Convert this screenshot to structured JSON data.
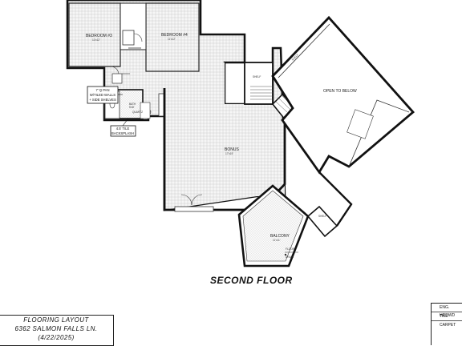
{
  "floor_title": "SECOND FLOOR",
  "title_block": {
    "line1": "FLOORING LAYOUT",
    "line2": "6362 SALMON FALLS LN.",
    "line3": "(4/22/2025)"
  },
  "legend": [
    {
      "label": "ENG. HRDWD",
      "color": "#ffffff"
    },
    {
      "label": "TILE",
      "color": "#ffffff"
    },
    {
      "label": "CARPET",
      "color": "#ffffff"
    }
  ],
  "rooms": {
    "bedroom3": {
      "name": "BEDROOM #3",
      "size": "11'x12'"
    },
    "bedroom4": {
      "name": "BEDROOM #4",
      "size": "11'x12'"
    },
    "bath": {
      "name": "BATH",
      "size": "5'x8'"
    },
    "bonus": {
      "name": "BONUS",
      "size": "17'x19'"
    },
    "open_to_below": {
      "name": "OPEN TO BELOW"
    },
    "balcony": {
      "name": "BALCONY",
      "size": "11'x11'"
    },
    "quartz": {
      "name": "QUARTZ"
    }
  },
  "notes": {
    "fan_note": [
      "7' Q PAN",
      "W/TILED WALLS",
      "+ SIDE SHELVES"
    ],
    "tile_note": [
      "4.5' TILE",
      "BACKSPLASH"
    ],
    "floor_drain": [
      "FLOOR",
      "DRAIN"
    ],
    "shelf": "SHELF"
  }
}
